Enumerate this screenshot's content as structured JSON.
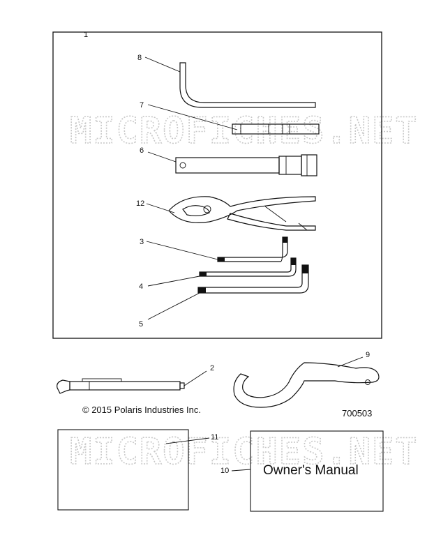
{
  "callouts": {
    "c1": "1",
    "c2": "2",
    "c3": "3",
    "c4": "4",
    "c5": "5",
    "c6": "6",
    "c7": "7",
    "c8": "8",
    "c9": "9",
    "c10": "10",
    "c11": "11",
    "c12": "12"
  },
  "watermark": "MICROFICHES.NET",
  "copyright": "© 2015 Polaris Industries Inc.",
  "figure_number": "700503",
  "manual_label": "Owner's Manual"
}
